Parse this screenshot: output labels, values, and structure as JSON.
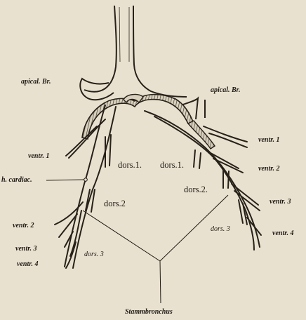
{
  "figure": {
    "labels": {
      "apical_left": "apical. Br.",
      "apical_right": "apical. Br.",
      "ventr1_left": "ventr. 1",
      "ventr1_right": "ventr. 1",
      "ventr2_right": "ventr. 2",
      "ventr3_right": "ventr. 3",
      "ventr4_right": "ventr. 4",
      "ventr2_left": "ventr. 2",
      "ventr3_left": "ventr. 3",
      "ventr4_left": "ventr. 4",
      "dors1_left": "dors.1.",
      "dors1_right": "dors.1.",
      "dors2_left": "dors.2",
      "dors2_right": "dors.2.",
      "dors3_left": "dors. 3",
      "dors3_right": "dors. 3",
      "cardiac": "h. cardiac.",
      "stem": "Stammbronchus"
    }
  }
}
